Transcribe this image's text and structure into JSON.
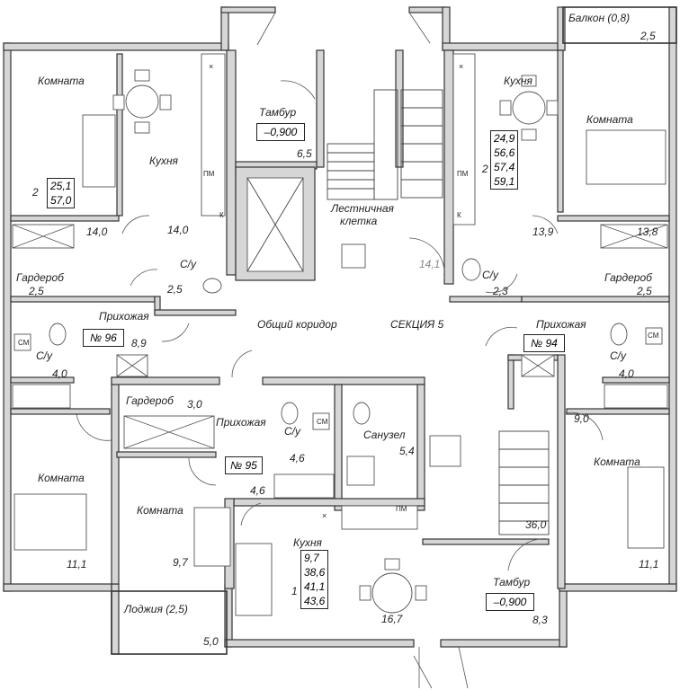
{
  "rooms": {
    "balcony": {
      "name": "Балкон (0,8)",
      "area": "2,5"
    },
    "nw_room": {
      "name": "Комната"
    },
    "nw_apartment": {
      "rooms": "2",
      "area_1": "25,1",
      "area_2": "57,0"
    },
    "nw_room_area": "14,0",
    "nw_kitchen": {
      "name": "Кухня",
      "area": "14,0"
    },
    "tambur_top": {
      "name": "Тамбур",
      "level": "–0,900",
      "area": "6,5"
    },
    "stair": {
      "name_1": "Лестничная",
      "name_2": "клетка",
      "area": "14,1"
    },
    "ne_kitchen": {
      "name": "Кухня",
      "area": "13,9"
    },
    "ne_apartment": {
      "rooms": "2",
      "a1": "24,9",
      "a2": "56,6",
      "a3": "57,4",
      "a4": "59,1"
    },
    "ne_room": {
      "name": "Комната",
      "area": "13,8"
    },
    "nw_bath": {
      "name": "С/у",
      "area": "2,5"
    },
    "ne_bath": {
      "name": "С/у",
      "area": "2,3"
    },
    "w_wardrobe": {
      "name": "Гардероб",
      "area": "2,5"
    },
    "e_wardrobe": {
      "name": "Гардероб",
      "area": "2,5"
    },
    "corridor": {
      "name": "Общий коридор"
    },
    "section": {
      "name": "СЕКЦИЯ 5"
    },
    "w_hall": {
      "name": "Прихожая",
      "apt": "№ 96",
      "area": "8,9"
    },
    "e_hall": {
      "name": "Прихожая",
      "apt": "№ 94"
    },
    "w_bath2": {
      "name": "С/у",
      "area": "4,0"
    },
    "e_bath2": {
      "name": "С/у",
      "area": "4,0"
    },
    "mid_wardrobe": {
      "name": "Гардероб",
      "area": "3,0"
    },
    "mid_hall": {
      "name": "Прихожая",
      "apt": "№ 95",
      "area": "4,6"
    },
    "mid_bath": {
      "name": "С/у",
      "area": "4,6"
    },
    "mid_sanuzel": {
      "name": "Санузел",
      "area": "5,4"
    },
    "e_hall_area": "9,0",
    "sw_room": {
      "name": "Комната",
      "area": "11,1"
    },
    "mid_room": {
      "name": "Комната",
      "area": "9,7"
    },
    "loggia": {
      "name": "Лоджия (2,5)",
      "area": "5,0"
    },
    "mid_kitchen": {
      "name": "Кухня",
      "area": "16,7"
    },
    "mid_apartment": {
      "rooms": "1",
      "a1": "9,7",
      "a2": "38,6",
      "a3": "41,1",
      "a4": "43,6"
    },
    "stair2_area": "36,0",
    "tambur_bottom": {
      "name": "Тамбур",
      "level": "–0,900",
      "area": "8,3"
    },
    "se_room": {
      "name": "Комната",
      "area": "11,1"
    }
  },
  "fixtures": {
    "pm": "ПМ",
    "sm": "СМ",
    "k": "К",
    "x": "×"
  }
}
